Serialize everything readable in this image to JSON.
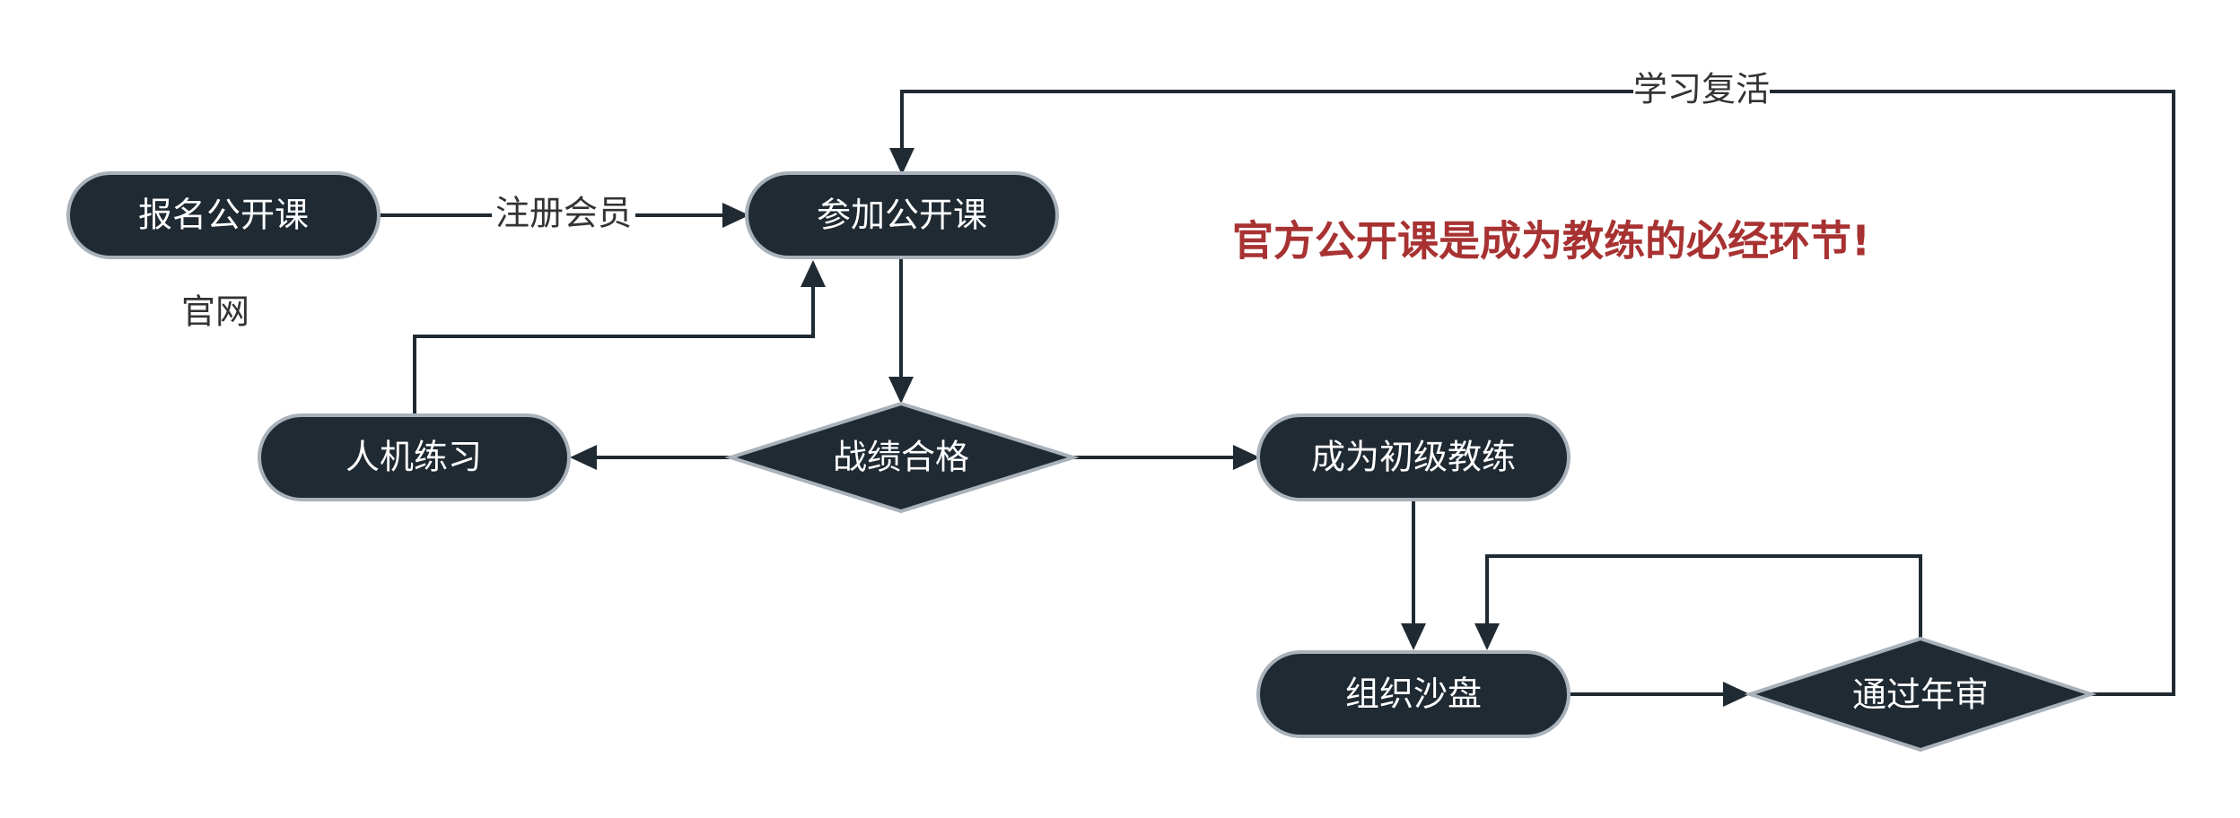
{
  "colors": {
    "node_fill": "#1f2a33",
    "node_border": "#a9b2ba",
    "edge": "#1f2a33",
    "note": "#a83232",
    "label": "#333333"
  },
  "nodes": {
    "signup": "报名公开课",
    "attend": "参加公开课",
    "passed": "战绩合格",
    "practice": "人机练习",
    "junior_coach": "成为初级教练",
    "sandbox": "组织沙盘",
    "annual_review": "通过年审"
  },
  "labels": {
    "register_member": "注册会员",
    "official_site": "官网",
    "relearn_revive": "学习复活"
  },
  "note": "官方公开课是成为教练的必经环节!"
}
